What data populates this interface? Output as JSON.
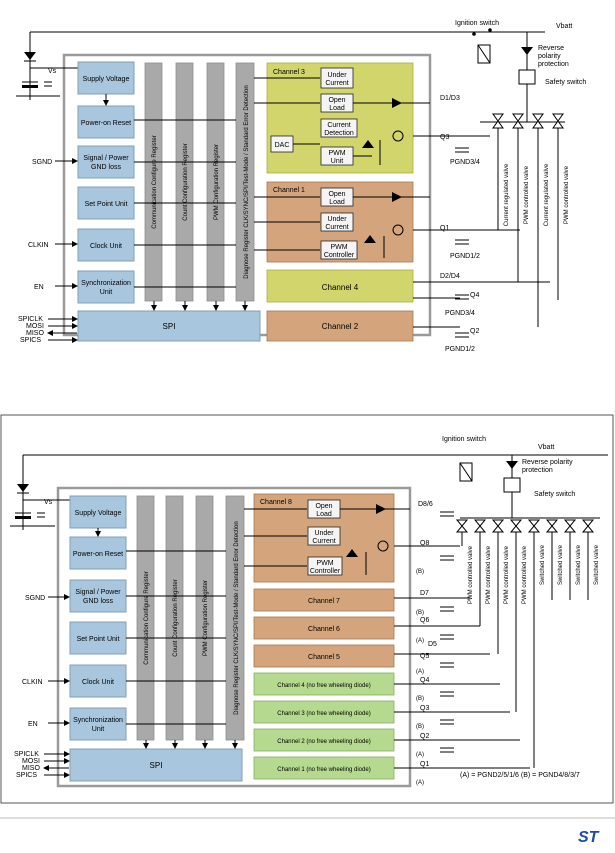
{
  "top": {
    "ignition_switch": "Ignition switch",
    "vbatt": "Vbatt",
    "reverse_polarity": [
      "Reverse",
      "polarity",
      "protection"
    ],
    "safety_switch": "Safety switch",
    "vs": "Vs",
    "blocks": {
      "supply_voltage": "Supply Voltage",
      "power_on_reset": "Power-on Reset",
      "signal_power": [
        "Signal / Power",
        "GND loss"
      ],
      "set_point_unit": "Set Point Unit",
      "clock_unit": "Clock Unit",
      "synchronization": [
        "Synchronization",
        "Unit"
      ],
      "spi": "SPI"
    },
    "registers": {
      "communication": "Communication Configure Register",
      "count": "Count Configuration Register",
      "pwm": "PWM Configuration Register",
      "diagnose": "Diagnose Register CLK/SYNC/SPI/Test-Mode / Standard Error Detection"
    },
    "channel3": {
      "title": "Channel 3",
      "under_current": [
        "Under",
        "Current"
      ],
      "open_load": [
        "Open",
        "Load"
      ],
      "current_detection": [
        "Current",
        "Detection"
      ],
      "dac": "DAC",
      "pwm_unit": [
        "PWM",
        "Unit"
      ]
    },
    "channel1": {
      "title": "Channel 1",
      "open_load": [
        "Open",
        "Load"
      ],
      "under_current": [
        "Under",
        "Current"
      ],
      "pwm_controller": [
        "PWM",
        "Controller"
      ]
    },
    "channel4": "Channel 4",
    "channel2": "Channel 2",
    "signals_left": [
      "SGND",
      "CLKIN",
      "EN",
      "SPICLK",
      "MOSI",
      "MISO",
      "SPICS"
    ],
    "outputs": {
      "d1d3": "D1/D3",
      "q3": "Q3",
      "pgnd34a": "PGND3/4",
      "q1": "Q1",
      "pgnd12a": "PGND1/2",
      "d2d4": "D2/D4",
      "q4": "Q4",
      "pgnd34b": "PGND3/4",
      "q2": "Q2",
      "pgnd12b": "PGND1/2"
    },
    "valves": [
      "Current regulated valve",
      "PWM controlled valve",
      "Current regulated valve",
      "PWM controlled valve"
    ]
  },
  "bottom": {
    "ignition_switch": "Ignition switch",
    "vbatt": "Vbatt",
    "reverse_polarity": [
      "Reverse polarity",
      "protection"
    ],
    "safety_switch": "Safety switch",
    "vs": "Vs",
    "blocks": {
      "supply_voltage": "Supply Voltage",
      "power_on_reset": "Power-on Reset",
      "signal_power": [
        "Signal / Power",
        "GND loss"
      ],
      "set_point_unit": "Set Point Unit",
      "clock_unit": "Clock Unit",
      "synchronization": [
        "Synchronization",
        "Unit"
      ],
      "spi": "SPI"
    },
    "registers": {
      "communication": "Communication Configure Register",
      "count": "Count Configuration Register",
      "pwm": "PWM Configuration Register",
      "diagnose": "Diagnose Register CLK/SYNC/SPI/Test-Mode / Standard Error Detection"
    },
    "channel8": {
      "title": "Channel 8",
      "open_load": [
        "Open",
        "Load"
      ],
      "under_current": [
        "Under",
        "Current"
      ],
      "pwm_controller": [
        "PWM",
        "Controller"
      ]
    },
    "channels": [
      "Channel 7",
      "Channel 6",
      "Channel 5",
      "Channel 4 (no free wheeling diode)",
      "Channel 3 (no free wheeling diode)",
      "Channel 2 (no free wheeling diode)",
      "Channel 1 (no free wheeling diode)"
    ],
    "signals_left": [
      "SGND",
      "CLKIN",
      "EN",
      "SPICLK",
      "MOSI",
      "MISO",
      "SPICS"
    ],
    "outputs": {
      "d86": "D8/6",
      "q8": "Q8",
      "d7": "D7",
      "q6": "Q6",
      "d5": "D5",
      "q5": "Q5",
      "q4": "Q4",
      "q3": "Q3",
      "q2": "Q2",
      "q1": "Q1"
    },
    "ground_tags": [
      "(B)",
      "(B)",
      "(A)",
      "(A)",
      "(B)",
      "(B)",
      "(A)",
      "(A)"
    ],
    "legend": "(A) = PGND2/5/1/6     (B) = PGND4/8/3/7",
    "valves": [
      "PWM controlled valve",
      "PWM controlled valve",
      "PWM controlled valve",
      "PWM controlled valve",
      "Switched valve",
      "Switched valve",
      "Switched valve",
      "Switched valve"
    ]
  },
  "logo": "ST"
}
